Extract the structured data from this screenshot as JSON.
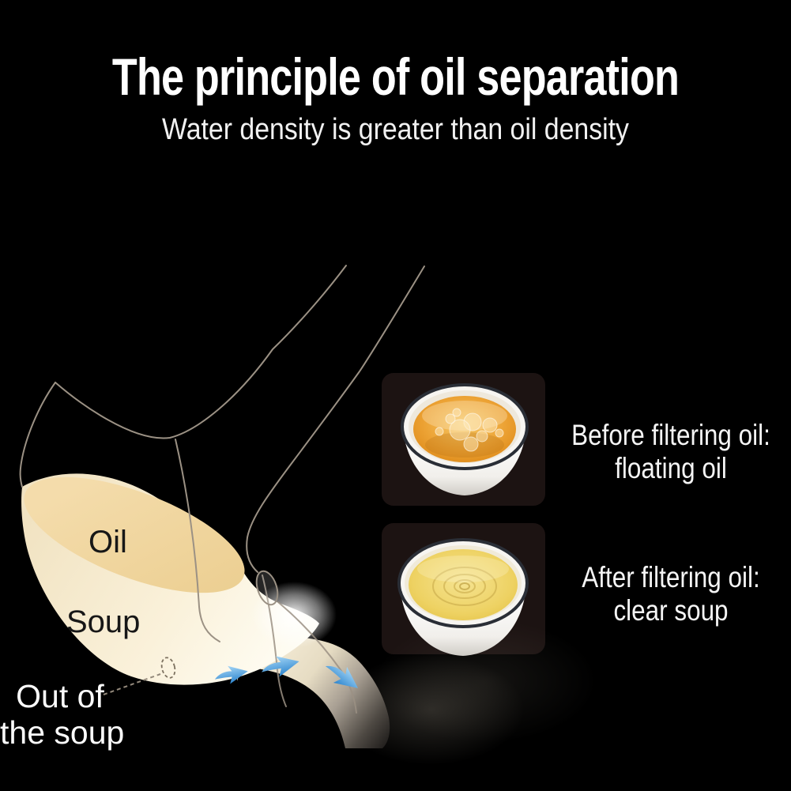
{
  "background_color": "#000000",
  "header": {
    "title": "The principle of oil separation",
    "subtitle": "Water density is greater than oil density"
  },
  "diagram": {
    "oil_label": "Oil",
    "soup_label": "Soup",
    "out_label_line1": "Out of",
    "out_label_line2": "the soup",
    "colors": {
      "oil_layer": "#f1d7a2",
      "soup_layer": "#fbf3e0",
      "ladle_outline": "#9b9184",
      "flow_arrow": "#3f93d6"
    },
    "icons": [
      "flow-arrow-icon",
      "flow-arrow-icon",
      "flow-arrow-icon",
      "drain-hole-marker"
    ]
  },
  "comparison": {
    "panel_color": "#1c1312",
    "items": [
      {
        "line1": "Before filtering oil:",
        "line2": "floating oil",
        "bowl": "bowl-with-floating-oil"
      },
      {
        "line1": "After filtering oil:",
        "line2": "clear soup",
        "bowl": "bowl-with-clear-soup"
      }
    ]
  }
}
